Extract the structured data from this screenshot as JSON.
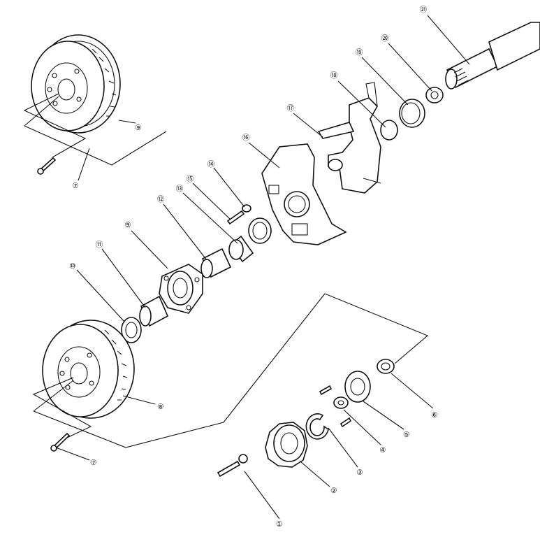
{
  "diagram": {
    "description_free": true,
    "callouts": [
      {
        "id": "c1",
        "label": "①"
      },
      {
        "id": "c2",
        "label": "②"
      },
      {
        "id": "c3",
        "label": "③"
      },
      {
        "id": "c4",
        "label": "④"
      },
      {
        "id": "c5",
        "label": "⑤"
      },
      {
        "id": "c6",
        "label": "⑥"
      },
      {
        "id": "c7a",
        "label": "⑦"
      },
      {
        "id": "c7b",
        "label": "⑦"
      },
      {
        "id": "c8",
        "label": "⑧"
      },
      {
        "id": "c9a",
        "label": "⑨"
      },
      {
        "id": "c9b",
        "label": "⑨"
      },
      {
        "id": "c10",
        "label": "⑩"
      },
      {
        "id": "c11",
        "label": "⑪"
      },
      {
        "id": "c12",
        "label": "⑫"
      },
      {
        "id": "c13",
        "label": "⑬"
      },
      {
        "id": "c14",
        "label": "⑭"
      },
      {
        "id": "c15",
        "label": "⑮"
      },
      {
        "id": "c16",
        "label": "⑯"
      },
      {
        "id": "c17",
        "label": "⑰"
      },
      {
        "id": "c18",
        "label": "⑱"
      },
      {
        "id": "c19",
        "label": "⑲"
      },
      {
        "id": "c20",
        "label": "⑳"
      },
      {
        "id": "c21",
        "label": "㉑"
      }
    ]
  }
}
